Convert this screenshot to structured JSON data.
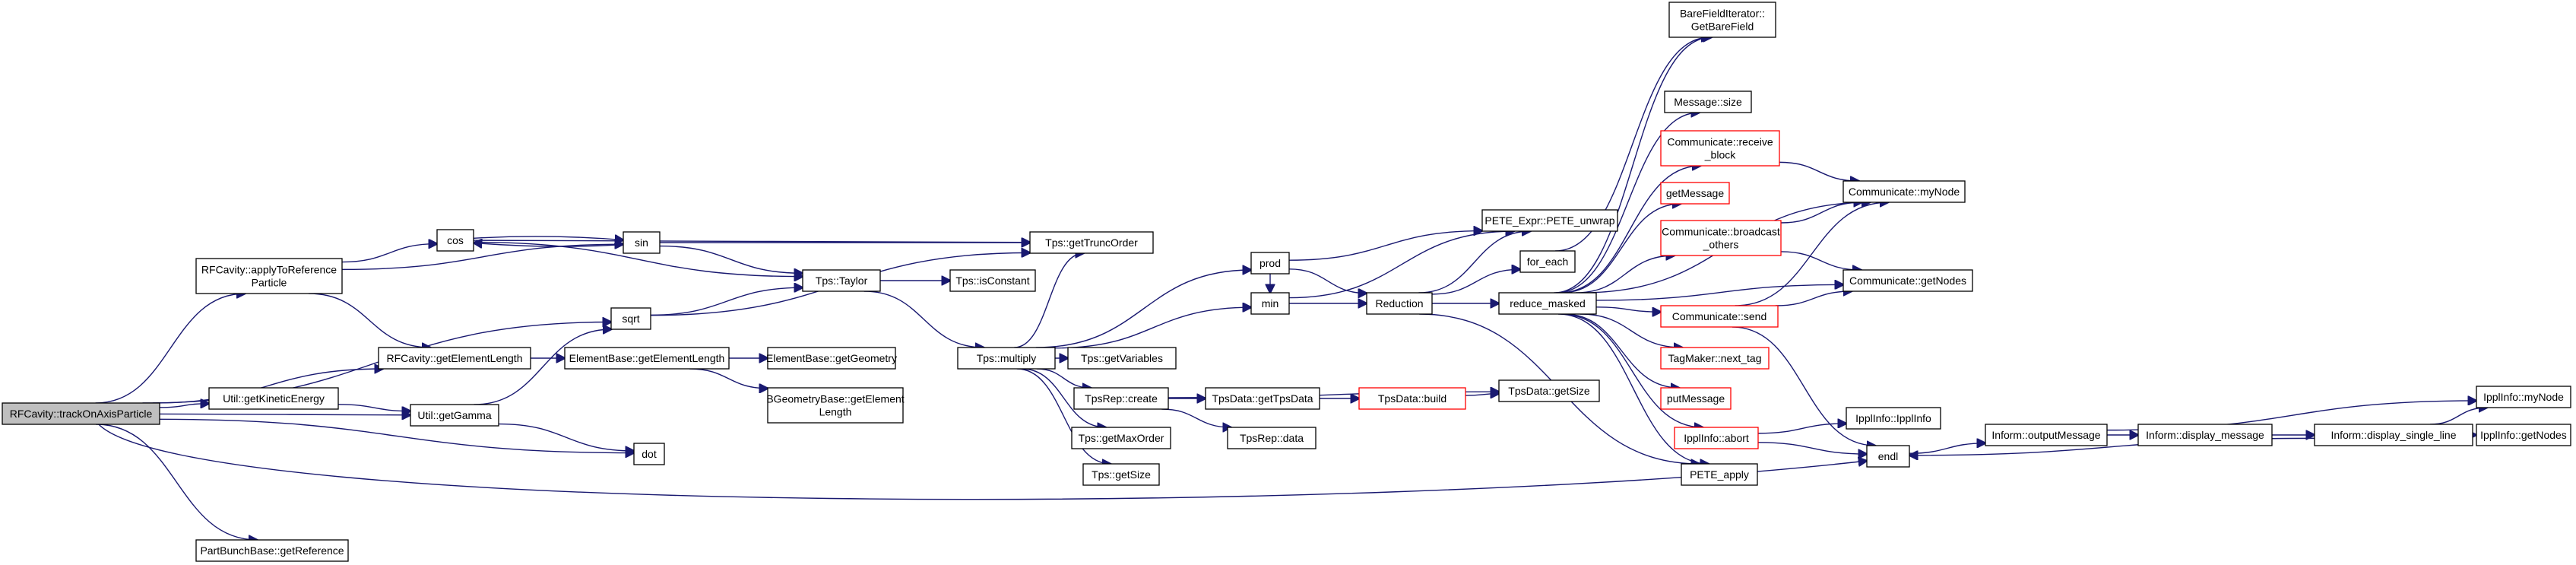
{
  "colors": {
    "edge": "#191970",
    "node_border": "#000000",
    "truncated_border": "#ff0000",
    "root_fill": "#bfbfbf"
  },
  "nodes": {
    "root": [
      "RFCavity::trackOnAxisParticle"
    ],
    "apply": [
      "RFCavity::applyToReference",
      "Particle"
    ],
    "cos": [
      "cos"
    ],
    "sin": [
      "sin"
    ],
    "sqrt": [
      "sqrt"
    ],
    "getElementLength": [
      "RFCavity::getElementLength"
    ],
    "kinetic": [
      "Util::getKineticEnergy"
    ],
    "gamma": [
      "Util::getGamma"
    ],
    "dot": [
      "dot"
    ],
    "partbunch": [
      "PartBunchBase::getReference"
    ],
    "truncorder": [
      "Tps::getTruncOrder"
    ],
    "taylor": [
      "Tps::Taylor"
    ],
    "isconstant": [
      "Tps::isConstant"
    ],
    "multiply": [
      "Tps::multiply"
    ],
    "ebLength": [
      "ElementBase::getElementLength"
    ],
    "ebGeom": [
      "ElementBase::getGeometry"
    ],
    "bgeom": [
      "BGeometryBase::getElement",
      "Length"
    ],
    "getVars": [
      "Tps::getVariables"
    ],
    "repCreate": [
      "TpsRep::create"
    ],
    "tpsdata": [
      "TpsData::getTpsData"
    ],
    "build": [
      "TpsData::build"
    ],
    "getsize": [
      "TpsData::getSize"
    ],
    "repData": [
      "TpsRep::data"
    ],
    "maxorder": [
      "Tps::getMaxOrder"
    ],
    "tpsGetSize": [
      "Tps::getSize"
    ],
    "prod": [
      "prod"
    ],
    "min": [
      "min"
    ],
    "reduction": [
      "Reduction"
    ],
    "unwrap": [
      "PETE_Expr::PETE_unwrap"
    ],
    "foreach": [
      "for_each"
    ],
    "reduceMasked": [
      "reduce_masked"
    ],
    "bareField": [
      "BareFieldIterator::",
      "GetBareField"
    ],
    "msgSize": [
      "Message::size"
    ],
    "receive": [
      "Communicate::receive",
      "_block"
    ],
    "getMessage": [
      "getMessage"
    ],
    "broadcast": [
      "Communicate::broadcast",
      "_others"
    ],
    "send": [
      "Communicate::send"
    ],
    "nextTag": [
      "TagMaker::next_tag"
    ],
    "putMessage": [
      "putMessage"
    ],
    "abort": [
      "IpplInfo::abort"
    ],
    "peteApply": [
      "PETE_apply"
    ],
    "myNode": [
      "Communicate::myNode"
    ],
    "getNodes": [
      "Communicate::getNodes"
    ],
    "ipplInfo": [
      "IpplInfo::IpplInfo"
    ],
    "endl": [
      "endl"
    ],
    "outputMsg": [
      "Inform::outputMessage"
    ],
    "displayMsg": [
      "Inform::display_message"
    ],
    "singleLine": [
      "Inform::display_single_line"
    ],
    "ipMyNode": [
      "IpplInfo::myNode"
    ],
    "ipGetNodes": [
      "IpplInfo::getNodes"
    ]
  }
}
